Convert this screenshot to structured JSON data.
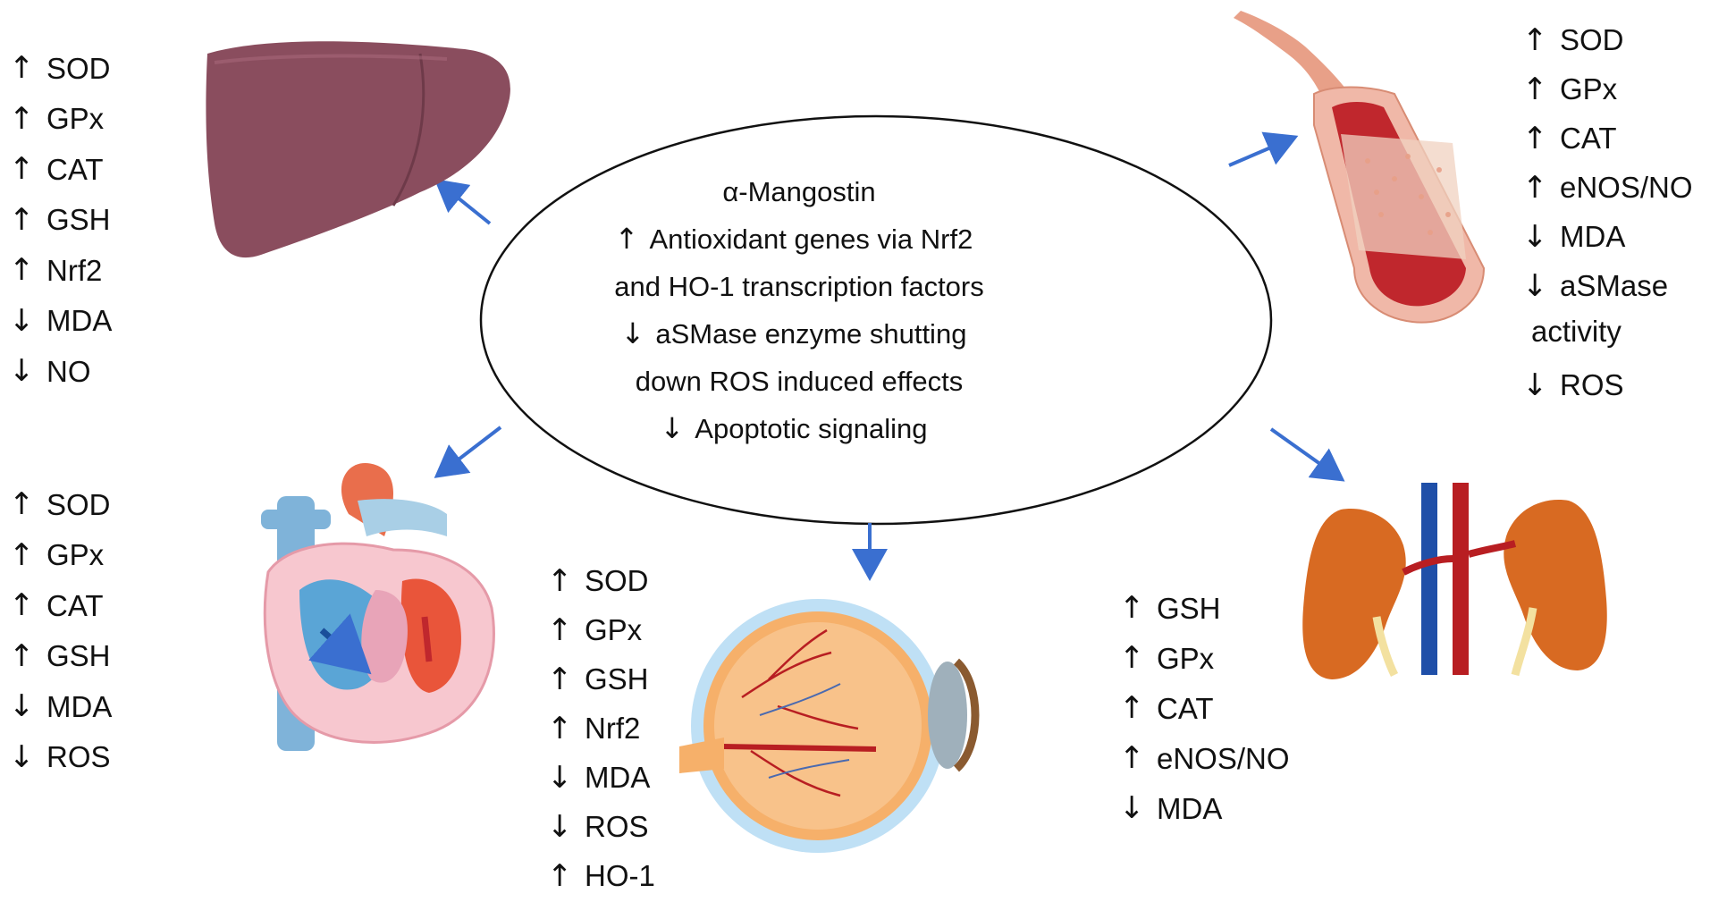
{
  "center": {
    "lines": [
      {
        "arrow": "",
        "text": "α-Mangostin"
      },
      {
        "arrow": "↑",
        "text": "Antioxidant genes via Nrf2"
      },
      {
        "arrow": "",
        "text": "and HO-1 transcription factors"
      },
      {
        "arrow": "↓",
        "text": "aSMase enzyme shutting"
      },
      {
        "arrow": "",
        "text": "down ROS induced effects"
      },
      {
        "arrow": "↓",
        "text": "Apoptotic signaling"
      }
    ]
  },
  "liver": {
    "markers": [
      {
        "arrow": "↑",
        "label": "SOD"
      },
      {
        "arrow": "↑",
        "label": "GPx"
      },
      {
        "arrow": "↑",
        "label": "CAT"
      },
      {
        "arrow": "↑",
        "label": "GSH"
      },
      {
        "arrow": "↑",
        "label": "Nrf2"
      },
      {
        "arrow": "↓",
        "label": "MDA"
      },
      {
        "arrow": "↓",
        "label": "NO"
      }
    ]
  },
  "heart": {
    "markers": [
      {
        "arrow": "↑",
        "label": "SOD"
      },
      {
        "arrow": "↑",
        "label": "GPx"
      },
      {
        "arrow": "↑",
        "label": "CAT"
      },
      {
        "arrow": "↑",
        "label": "GSH"
      },
      {
        "arrow": "↓",
        "label": "MDA"
      },
      {
        "arrow": "↓",
        "label": "ROS"
      }
    ]
  },
  "eye": {
    "markers": [
      {
        "arrow": "↑",
        "label": "SOD"
      },
      {
        "arrow": "↑",
        "label": "GPx"
      },
      {
        "arrow": "↑",
        "label": "GSH"
      },
      {
        "arrow": "↑",
        "label": "Nrf2"
      },
      {
        "arrow": "↓",
        "label": "MDA"
      },
      {
        "arrow": "↓",
        "label": "ROS"
      },
      {
        "arrow": "↑",
        "label": "HO-1"
      }
    ]
  },
  "kidney": {
    "markers": [
      {
        "arrow": "↑",
        "label": "GSH"
      },
      {
        "arrow": "↑",
        "label": "GPx"
      },
      {
        "arrow": "↑",
        "label": "CAT"
      },
      {
        "arrow": "↑",
        "label": "eNOS/NO"
      },
      {
        "arrow": "↓",
        "label": "MDA"
      }
    ]
  },
  "vessel": {
    "markers": [
      {
        "arrow": "↑",
        "label": "SOD"
      },
      {
        "arrow": "↑",
        "label": "GPx"
      },
      {
        "arrow": "↑",
        "label": "CAT"
      },
      {
        "arrow": "↑",
        "label": "eNOS/NO"
      },
      {
        "arrow": "↓",
        "label": "MDA"
      },
      {
        "arrow": "↓",
        "label": "aSMase"
      }
    ],
    "continuation": "activity",
    "after": {
      "arrow": "↓",
      "label": "ROS"
    }
  },
  "colors": {
    "arrow_blue": "#3a6fd0",
    "liver": "#8a4d5e",
    "blood_red": "#c0272d",
    "vein_blue": "#1f4fa8",
    "kidney": "#d86a22"
  }
}
